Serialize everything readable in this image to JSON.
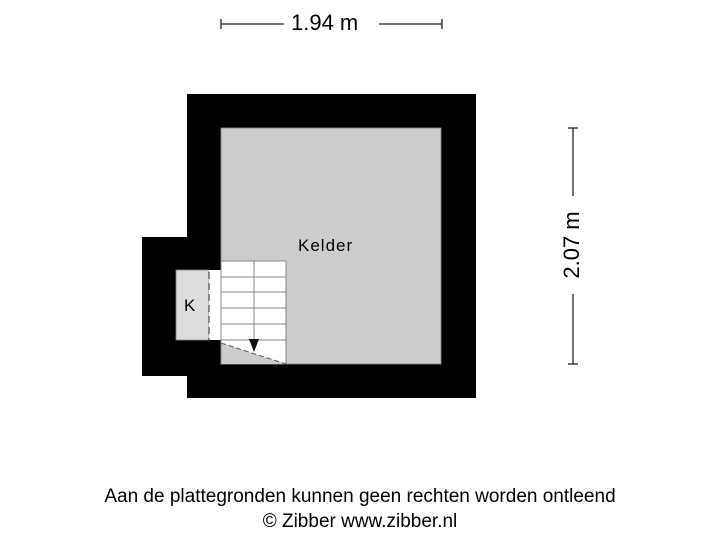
{
  "dimensions": {
    "width": "1.94 m",
    "height": "2.07 m"
  },
  "rooms": [
    {
      "name": "Kelder",
      "fill": "#cccccc"
    },
    {
      "name": "K",
      "fill": "#dddddd"
    }
  ],
  "colors": {
    "wall": "#000000",
    "room_fill": "#cccccc",
    "closet_fill": "#dddddd",
    "stair_fill": "#ffffff",
    "line": "#777777"
  },
  "stairs": {
    "steps": 5,
    "direction": "down"
  },
  "footer": {
    "disclaimer": "Aan de plattegronden kunnen geen rechten worden ontleend",
    "copyright": "© Zibber www.zibber.nl"
  }
}
